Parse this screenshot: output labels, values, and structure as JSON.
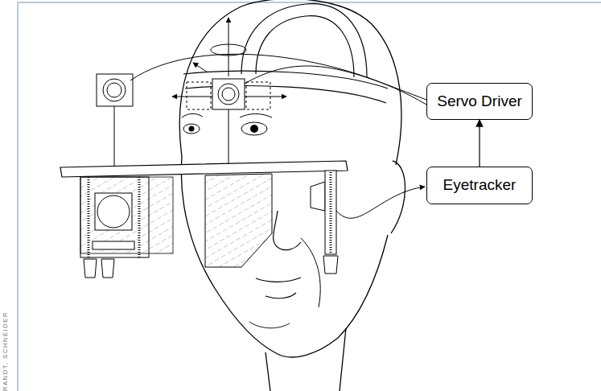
{
  "diagram": {
    "nodes": [
      {
        "text": [
          "Servo Driver"
        ]
      },
      {
        "text": [
          "Eyetracker"
        ]
      }
    ],
    "edges": [
      {
        "from": 1,
        "to": 0,
        "arrow": "to"
      }
    ],
    "labels": [
      "RANDT, SCHNEIDER"
    ]
  }
}
